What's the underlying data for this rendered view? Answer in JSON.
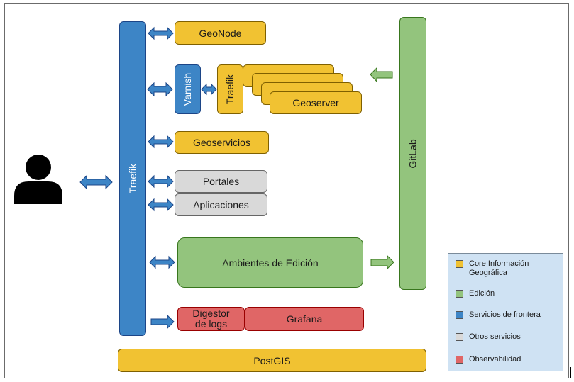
{
  "traefik_main": "Traefik",
  "gitlab": "GitLab",
  "services": {
    "geonode": "GeoNode",
    "varnish": "Varnish",
    "traefik_inner": "Traefik",
    "geoserver": "Geoserver",
    "geoservicios": "Geoservicios",
    "portales": "Portales",
    "aplicaciones": "Aplicaciones",
    "ambientes": "Ambientes de Edición",
    "digestor": "Digestor de logs",
    "grafana": "Grafana",
    "postgis": "PostGIS"
  },
  "legend": [
    {
      "label": "Core Información Geográfica",
      "color": "#f1c232"
    },
    {
      "label": "Edición",
      "color": "#93c47d"
    },
    {
      "label": "Servicios de frontera",
      "color": "#3d85c6"
    },
    {
      "label": "Otros servicios",
      "color": "#d9d9d9"
    },
    {
      "label": "Observabilidad",
      "color": "#e06666"
    }
  ],
  "icons": {
    "user": "user-icon",
    "arrow": "arrow-icon"
  }
}
